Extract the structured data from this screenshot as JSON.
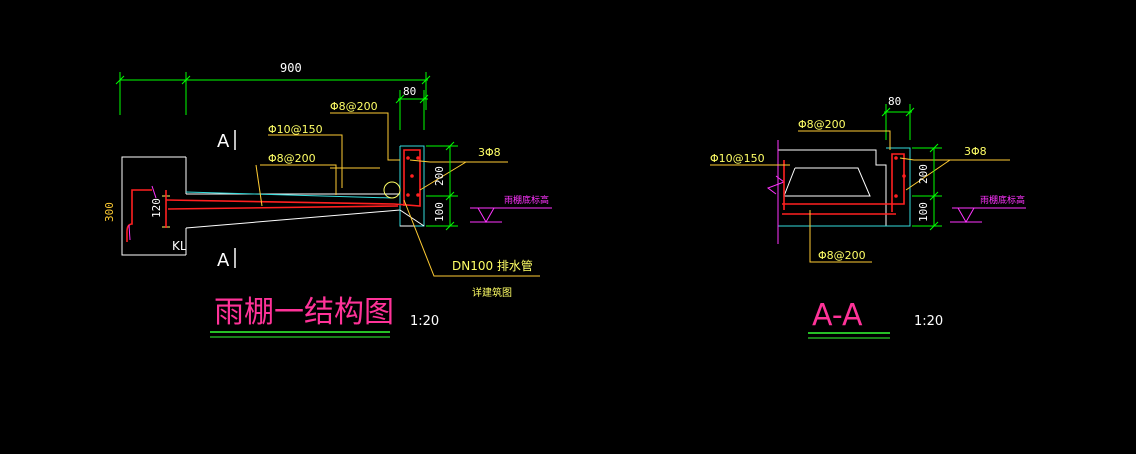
{
  "colors": {
    "dim": "#00ff00",
    "text_yellow": "#ffff66",
    "text_orange": "#ffcc33",
    "outline": "#ffffff",
    "rebar": "#ff2020",
    "cyan": "#33dddd",
    "magenta": "#ff33ff",
    "title_pink": "#ff3399",
    "underline_green": "#33ff33"
  },
  "left": {
    "dim_top": "900",
    "dim_80": "80",
    "label_phi8_top": "Φ8@200",
    "label_phi10": "Φ10@150",
    "label_phi8_mid": "Φ8@200",
    "label_3phi8": "3Φ8",
    "dim_200": "200",
    "dim_100": "100",
    "dim_300": "300",
    "dim_120": "120",
    "kl": "KL",
    "section_a_top": "A",
    "section_a_bottom": "A",
    "elev_label": "雨棚底标高",
    "drain_label": "DN100 排水管",
    "drain_sub": "详建筑图",
    "title": "雨棚一结构图",
    "scale": "1:20"
  },
  "right": {
    "dim_80": "80",
    "label_phi8_top": "Φ8@200",
    "label_phi10": "Φ10@150",
    "label_3phi8": "3Φ8",
    "dim_200": "200",
    "dim_100": "100",
    "elev_label": "雨棚底标高",
    "label_phi8_bottom": "Φ8@200",
    "title": "A-A",
    "scale": "1:20"
  }
}
